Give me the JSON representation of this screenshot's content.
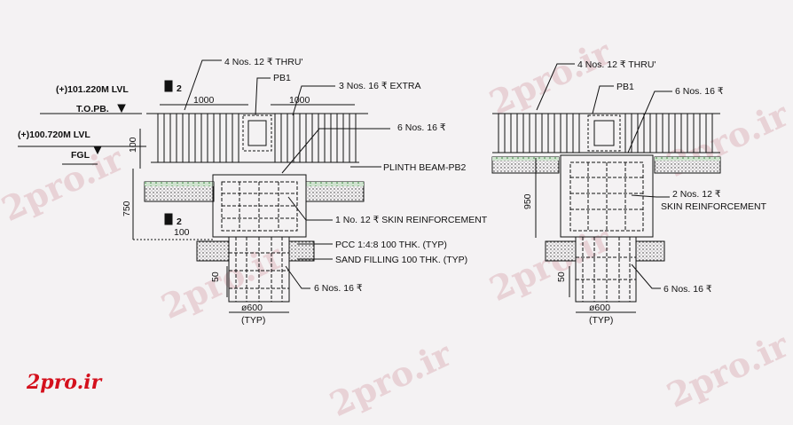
{
  "site_logo": "2pro.ir",
  "watermark_text": "2pro.ir",
  "colors": {
    "line": "#111111",
    "logo": "#d4101c",
    "watermark": "#e8d2d6",
    "bg": "#f4f2f3"
  },
  "left_detail": {
    "level_top": "(+)101.220M  LVL",
    "top_label": "T.O.PB.",
    "level_fgl": "(+)100.720M  LVL",
    "fgl_label": "FGL",
    "section_mark": "2",
    "dim_1000_left": "1000",
    "dim_1000_right": "1000",
    "dim_100_top": "100",
    "dim_750": "750",
    "dim_100_offset": "100",
    "dim_50": "50",
    "dim_diameter": "ø600",
    "dim_typ": "(TYP)",
    "callout_top_bars": "4 Nos. 12 ₹ THRU'",
    "callout_pb1": "PB1",
    "callout_extra": "3 Nos. 16 ₹ EXTRA",
    "callout_6nos_top": "6 Nos. 16 ₹",
    "callout_plinth": "PLINTH BEAM-PB2",
    "callout_skin": "1 No. 12 ₹ SKIN REINFORCEMENT",
    "callout_pcc": "PCC 1:4:8 100 THK. (TYP)",
    "callout_sand": "SAND FILLING 100 THK. (TYP)",
    "callout_6nos_bottom": "6 Nos. 16 ₹"
  },
  "right_detail": {
    "callout_top_bars": "4 Nos. 12 ₹ THRU'",
    "callout_pb1": "PB1",
    "callout_6nos_top": "6 Nos. 16 ₹",
    "dim_950": "950",
    "callout_skin_1": "2 Nos. 12 ₹",
    "callout_skin_2": "SKIN REINFORCEMENT",
    "dim_50": "50",
    "callout_6nos_bottom": "6 Nos. 16 ₹",
    "dim_diameter": "ø600",
    "dim_typ": "(TYP)"
  }
}
